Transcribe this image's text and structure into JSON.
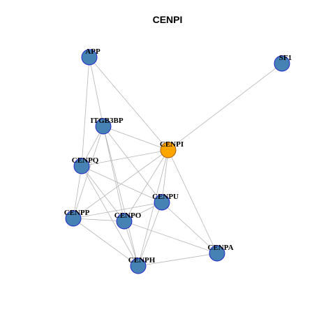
{
  "title": "CENPI",
  "colors": {
    "hub_fill": "#FFA500",
    "node_fill": "#4682B4",
    "node_stroke": "#1a1acc",
    "hub_stroke": "#a05000",
    "edge": "#b5b5b5"
  },
  "nodes": [
    {
      "id": "APP",
      "label": "APP",
      "hub": false
    },
    {
      "id": "SF1",
      "label": "SF1",
      "hub": false
    },
    {
      "id": "ITGB3BP",
      "label": "ITGB3BP",
      "hub": false
    },
    {
      "id": "CENPI",
      "label": "CENPI",
      "hub": true
    },
    {
      "id": "CENPQ",
      "label": "CENPQ",
      "hub": false
    },
    {
      "id": "CENPU",
      "label": "CENPU",
      "hub": false
    },
    {
      "id": "CENPP",
      "label": "CENPP",
      "hub": false
    },
    {
      "id": "CENPO",
      "label": "CENPO",
      "hub": false
    },
    {
      "id": "CENPA",
      "label": "CENPA",
      "hub": false
    },
    {
      "id": "CENPH",
      "label": "CENPH",
      "hub": false
    }
  ],
  "edges": [
    [
      "APP",
      "ITGB3BP"
    ],
    [
      "APP",
      "CENPI"
    ],
    [
      "APP",
      "CENPQ"
    ],
    [
      "SF1",
      "CENPI"
    ],
    [
      "ITGB3BP",
      "CENPI"
    ],
    [
      "ITGB3BP",
      "CENPQ"
    ],
    [
      "ITGB3BP",
      "CENPU"
    ],
    [
      "ITGB3BP",
      "CENPP"
    ],
    [
      "ITGB3BP",
      "CENPO"
    ],
    [
      "ITGB3BP",
      "CENPH"
    ],
    [
      "CENPI",
      "CENPQ"
    ],
    [
      "CENPI",
      "CENPU"
    ],
    [
      "CENPI",
      "CENPP"
    ],
    [
      "CENPI",
      "CENPO"
    ],
    [
      "CENPI",
      "CENPA"
    ],
    [
      "CENPI",
      "CENPH"
    ],
    [
      "CENPQ",
      "CENPU"
    ],
    [
      "CENPQ",
      "CENPP"
    ],
    [
      "CENPQ",
      "CENPO"
    ],
    [
      "CENPQ",
      "CENPH"
    ],
    [
      "CENPU",
      "CENPP"
    ],
    [
      "CENPU",
      "CENPO"
    ],
    [
      "CENPU",
      "CENPA"
    ],
    [
      "CENPU",
      "CENPH"
    ],
    [
      "CENPP",
      "CENPO"
    ],
    [
      "CENPP",
      "CENPH"
    ],
    [
      "CENPO",
      "CENPA"
    ],
    [
      "CENPO",
      "CENPH"
    ],
    [
      "CENPA",
      "CENPH"
    ]
  ]
}
